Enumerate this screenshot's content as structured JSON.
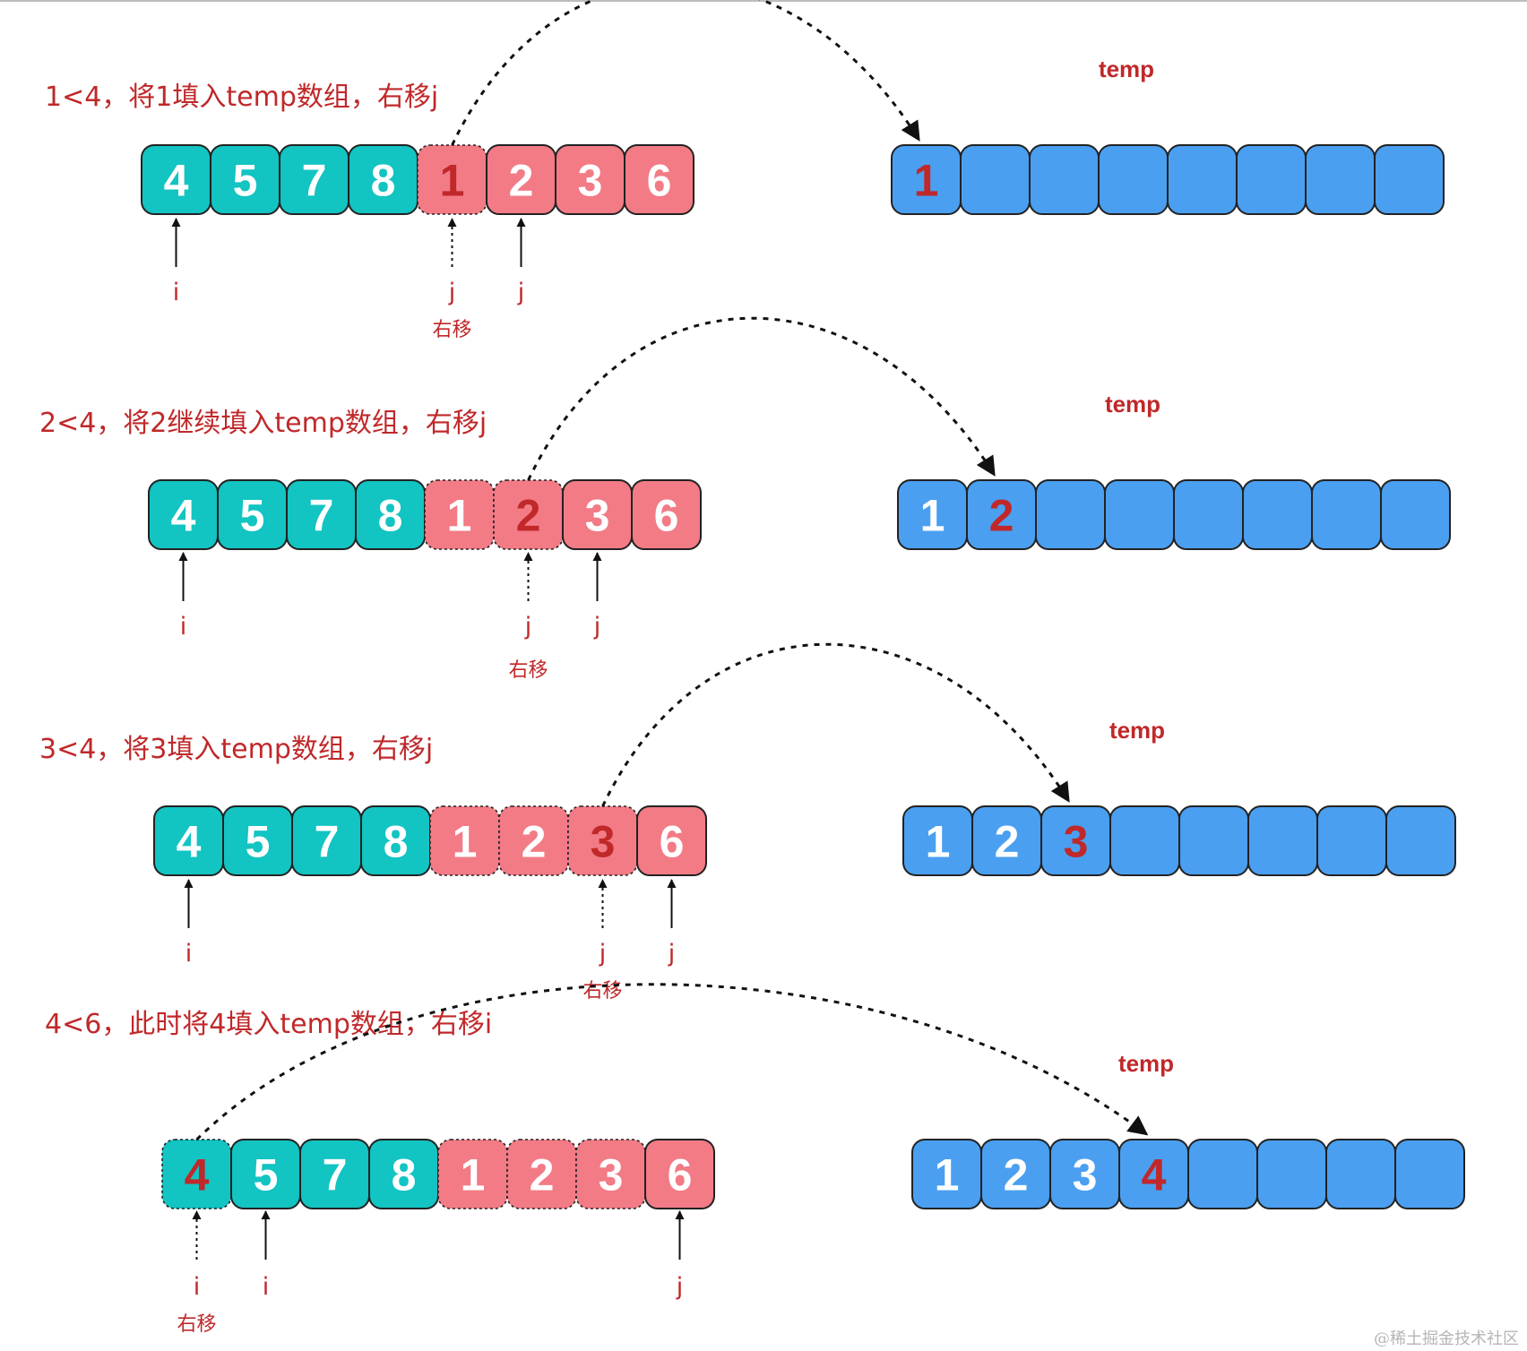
{
  "colors": {
    "teal": "#12c4c2",
    "pink": "#f27b86",
    "blue": "#4a9ff0",
    "text_red": "#c0282a",
    "text_white": "#ffffff",
    "outline": "#222222"
  },
  "watermark": "@稀土掘金技术社区",
  "steps": [
    {
      "title": "1<4，将1填入temp数组，右移j",
      "temp_label": "temp",
      "move_label": "右移",
      "array": [
        {
          "v": "4",
          "color": "teal"
        },
        {
          "v": "5",
          "color": "teal"
        },
        {
          "v": "7",
          "color": "teal"
        },
        {
          "v": "8",
          "color": "teal"
        },
        {
          "v": "1",
          "color": "pink",
          "highlight": true,
          "dashed": true
        },
        {
          "v": "2",
          "color": "pink"
        },
        {
          "v": "3",
          "color": "pink"
        },
        {
          "v": "6",
          "color": "pink"
        }
      ],
      "temp": [
        "1",
        "",
        "",
        "",
        "",
        "",
        "",
        ""
      ],
      "temp_highlight": 0,
      "pointers": [
        {
          "label": "i",
          "index": 0,
          "dashed": false
        },
        {
          "label": "j",
          "index": 4,
          "dashed": true
        },
        {
          "label": "j",
          "index": 5,
          "dashed": false
        }
      ],
      "move_under_index": 4.5,
      "arc_from": 4,
      "arc_to": 0
    },
    {
      "title": "2<4，将2继续填入temp数组，右移j",
      "temp_label": "temp",
      "move_label": "右移",
      "array": [
        {
          "v": "4",
          "color": "teal"
        },
        {
          "v": "5",
          "color": "teal"
        },
        {
          "v": "7",
          "color": "teal"
        },
        {
          "v": "8",
          "color": "teal"
        },
        {
          "v": "1",
          "color": "pink",
          "dashed": true
        },
        {
          "v": "2",
          "color": "pink",
          "highlight": true,
          "dashed": true
        },
        {
          "v": "3",
          "color": "pink"
        },
        {
          "v": "6",
          "color": "pink"
        }
      ],
      "temp": [
        "1",
        "2",
        "",
        "",
        "",
        "",
        "",
        ""
      ],
      "temp_highlight": 1,
      "pointers": [
        {
          "label": "i",
          "index": 0,
          "dashed": false
        },
        {
          "label": "j",
          "index": 5,
          "dashed": true
        },
        {
          "label": "j",
          "index": 6,
          "dashed": false
        }
      ],
      "move_under_index": 5.5,
      "arc_from": 5,
      "arc_to": 1
    },
    {
      "title": "3<4，将3填入temp数组，右移j",
      "temp_label": "temp",
      "move_label": "右移",
      "array": [
        {
          "v": "4",
          "color": "teal"
        },
        {
          "v": "5",
          "color": "teal"
        },
        {
          "v": "7",
          "color": "teal"
        },
        {
          "v": "8",
          "color": "teal"
        },
        {
          "v": "1",
          "color": "pink",
          "dashed": true
        },
        {
          "v": "2",
          "color": "pink",
          "dashed": true
        },
        {
          "v": "3",
          "color": "pink",
          "highlight": true,
          "dashed": true
        },
        {
          "v": "6",
          "color": "pink"
        }
      ],
      "temp": [
        "1",
        "2",
        "3",
        "",
        "",
        "",
        "",
        ""
      ],
      "temp_highlight": 2,
      "pointers": [
        {
          "label": "i",
          "index": 0,
          "dashed": false
        },
        {
          "label": "j",
          "index": 6,
          "dashed": true
        },
        {
          "label": "j",
          "index": 7,
          "dashed": false
        }
      ],
      "move_under_index": 6.5,
      "arc_from": 6,
      "arc_to": 2
    },
    {
      "title": "4<6，此时将4填入temp数组，右移i",
      "temp_label": "temp",
      "move_label": "右移",
      "array": [
        {
          "v": "4",
          "color": "teal",
          "highlight": true,
          "dashed": true
        },
        {
          "v": "5",
          "color": "teal"
        },
        {
          "v": "7",
          "color": "teal"
        },
        {
          "v": "8",
          "color": "teal"
        },
        {
          "v": "1",
          "color": "pink",
          "dashed": true
        },
        {
          "v": "2",
          "color": "pink",
          "dashed": true
        },
        {
          "v": "3",
          "color": "pink",
          "dashed": true
        },
        {
          "v": "6",
          "color": "pink"
        }
      ],
      "temp": [
        "1",
        "2",
        "3",
        "4",
        "",
        "",
        "",
        ""
      ],
      "temp_highlight": 3,
      "pointers": [
        {
          "label": "i",
          "index": 0,
          "dashed": true
        },
        {
          "label": "i",
          "index": 1,
          "dashed": false
        },
        {
          "label": "j",
          "index": 7,
          "dashed": false
        }
      ],
      "move_under_index": 0.5,
      "arc_from": 0,
      "arc_to": 3
    }
  ]
}
